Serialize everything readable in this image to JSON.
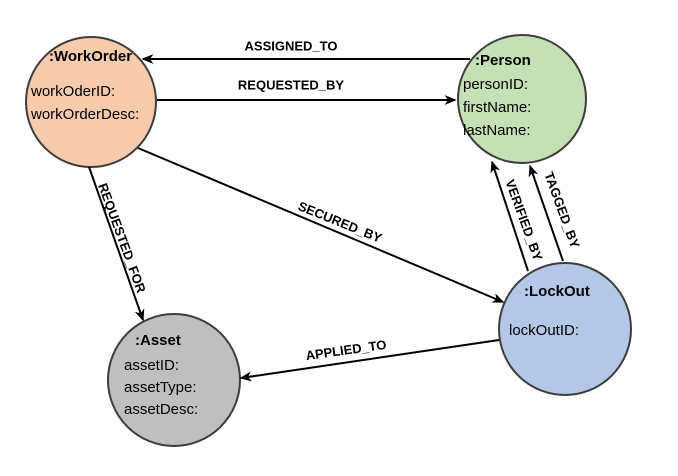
{
  "diagram": {
    "type": "graph-data-model",
    "background_color": "#ffffff",
    "edge_color": "#000000",
    "text_color": "#000000",
    "nodes": [
      {
        "id": "workorder",
        "label": ":WorkOrder",
        "fill": "#F8CBAD",
        "border": "#3d3d3d",
        "properties": [
          "workOderID:",
          "workOrderDesc:"
        ]
      },
      {
        "id": "person",
        "label": ":Person",
        "fill": "#C5E0B4",
        "border": "#3d3d3d",
        "properties": [
          "personID:",
          "firstName:",
          "lastName:"
        ]
      },
      {
        "id": "lockout",
        "label": ":LockOut",
        "fill": "#B4C7E7",
        "border": "#3d3d3d",
        "properties": [
          "lockOutID:"
        ]
      },
      {
        "id": "asset",
        "label": ":Asset",
        "fill": "#BFBFBF",
        "border": "#3d3d3d",
        "properties": [
          "assetID:",
          "assetType:",
          "assetDesc:"
        ]
      }
    ],
    "relationships": [
      {
        "label": "ASSIGNED_TO",
        "from": ":Person",
        "to": ":WorkOrder"
      },
      {
        "label": "REQUESTED_BY",
        "from": ":WorkOrder",
        "to": ":Person"
      },
      {
        "label": "SECURED_BY",
        "from": ":WorkOrder",
        "to": ":LockOut"
      },
      {
        "label": "REQUESTED_FOR",
        "from": ":WorkOrder",
        "to": ":Asset"
      },
      {
        "label": "VERIFIED_BY",
        "from": ":LockOut",
        "to": ":Person"
      },
      {
        "label": "TAGGED_BY",
        "from": ":LockOut",
        "to": ":Person"
      },
      {
        "label": "APPLIED_TO",
        "from": ":LockOut",
        "to": ":Asset"
      }
    ]
  }
}
